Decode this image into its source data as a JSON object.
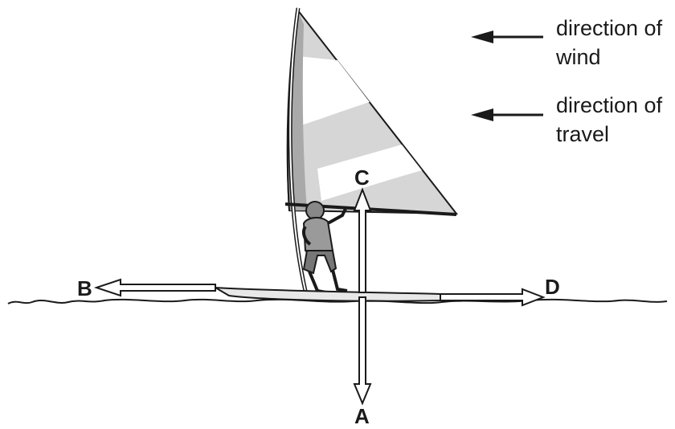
{
  "legend": {
    "wind_line1": "direction of",
    "wind_line2": "wind",
    "travel_line1": "direction of",
    "travel_line2": "travel"
  },
  "forces": {
    "a": "A",
    "b": "B",
    "c": "C",
    "d": "D"
  },
  "colors": {
    "ink": "#1a1a1a",
    "sail_light": "#d6d6d6",
    "sail_dark": "#a9a9a9",
    "sail_white": "#ffffff",
    "water": "#1a1a1a"
  }
}
